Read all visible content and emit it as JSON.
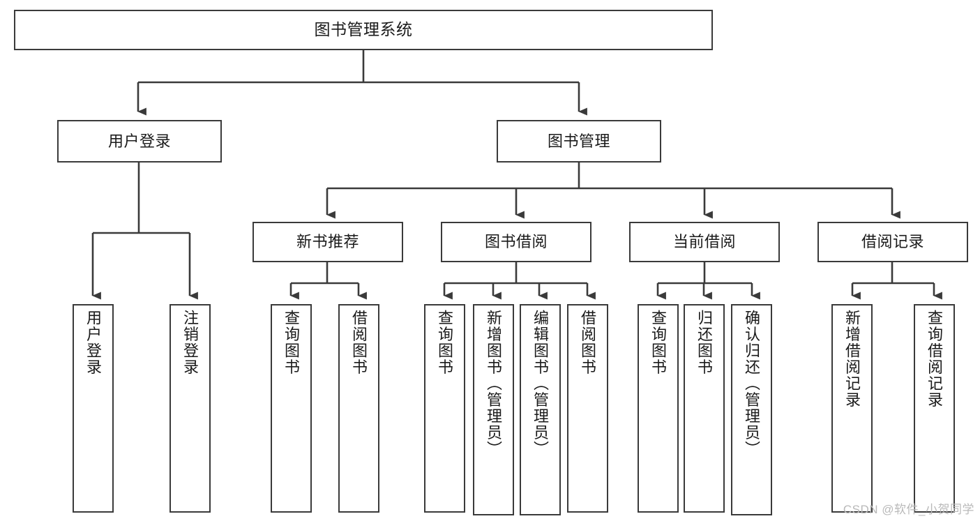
{
  "diagram": {
    "type": "tree-hierarchy",
    "title": "图书管理系统",
    "watermark": "CSDN @软件_小贺同学",
    "edge_color": "#3a3a3a",
    "node_border_color": "#3a3a3a",
    "node_fill_color": "#ffffff",
    "text_color": "#1a1a1a",
    "nodes": {
      "root": {
        "label": "图书管理系统",
        "level": 0
      },
      "user_login": {
        "label": "用户登录",
        "level": 1
      },
      "book_manage": {
        "label": "图书管理",
        "level": 1
      },
      "new_book_rec": {
        "label": "新书推荐",
        "level": 2
      },
      "book_borrow": {
        "label": "图书借阅",
        "level": 2
      },
      "current_borrow": {
        "label": "当前借阅",
        "level": 2
      },
      "borrow_record": {
        "label": "借阅记录",
        "level": 2
      },
      "leaf_user_login": {
        "label": "用户登录",
        "level": 2
      },
      "leaf_logout": {
        "label": "注销登录",
        "level": 2
      },
      "leaf_query_book_1": {
        "label": "查询图书",
        "level": 3
      },
      "leaf_borrow_book_1": {
        "label": "借阅图书",
        "level": 3
      },
      "leaf_query_book_2": {
        "label": "查询图书",
        "level": 3
      },
      "leaf_add_book": {
        "label": "新增图书（管理员）",
        "level": 3
      },
      "leaf_edit_book": {
        "label": "编辑图书（管理员）",
        "level": 3
      },
      "leaf_borrow_book_2": {
        "label": "借阅图书",
        "level": 3
      },
      "leaf_query_book_3": {
        "label": "查询图书",
        "level": 3
      },
      "leaf_return_book": {
        "label": "归还图书",
        "level": 3
      },
      "leaf_confirm_return": {
        "label": "确认归还（管理员）",
        "level": 3
      },
      "leaf_add_record": {
        "label": "新增借阅记录",
        "level": 3
      },
      "leaf_query_record": {
        "label": "查询借阅记录",
        "level": 3
      }
    },
    "edges": [
      {
        "from": "root",
        "to": "user_login"
      },
      {
        "from": "root",
        "to": "book_manage"
      },
      {
        "from": "user_login",
        "to": "leaf_user_login"
      },
      {
        "from": "user_login",
        "to": "leaf_logout"
      },
      {
        "from": "book_manage",
        "to": "new_book_rec"
      },
      {
        "from": "book_manage",
        "to": "book_borrow"
      },
      {
        "from": "book_manage",
        "to": "current_borrow"
      },
      {
        "from": "book_manage",
        "to": "borrow_record"
      },
      {
        "from": "new_book_rec",
        "to": "leaf_query_book_1"
      },
      {
        "from": "new_book_rec",
        "to": "leaf_borrow_book_1"
      },
      {
        "from": "book_borrow",
        "to": "leaf_query_book_2"
      },
      {
        "from": "book_borrow",
        "to": "leaf_add_book"
      },
      {
        "from": "book_borrow",
        "to": "leaf_edit_book"
      },
      {
        "from": "book_borrow",
        "to": "leaf_borrow_book_2"
      },
      {
        "from": "current_borrow",
        "to": "leaf_query_book_3"
      },
      {
        "from": "current_borrow",
        "to": "leaf_return_book"
      },
      {
        "from": "current_borrow",
        "to": "leaf_confirm_return"
      },
      {
        "from": "borrow_record",
        "to": "leaf_add_record"
      },
      {
        "from": "borrow_record",
        "to": "leaf_query_record"
      }
    ]
  }
}
